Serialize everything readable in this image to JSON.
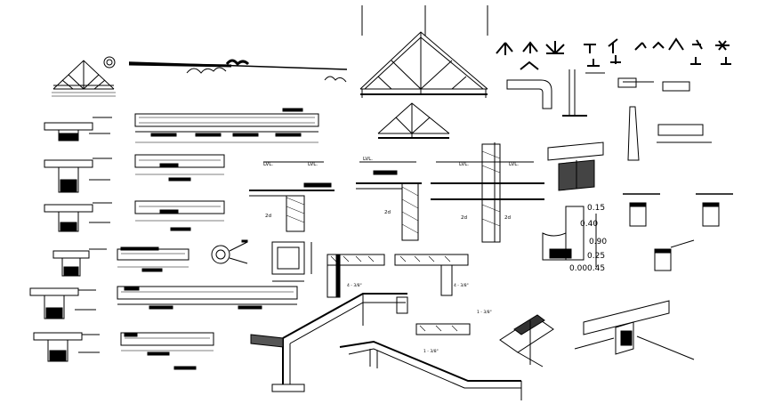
{
  "drawing": {
    "ink_color": "#000000",
    "paper_color": "#ffffff",
    "hatch_color": "#4a4a4a"
  },
  "labels": {
    "section_a": "LVL.",
    "section_b": "LVL.",
    "section_c": "LVL.",
    "section_d": "LVL.",
    "section_e": "LVL.",
    "dim_a": "2d",
    "dim_b": "2d",
    "dim_c": "2d",
    "dim_d": "2d",
    "bar_note_a": "4 - 3/8\"",
    "bar_note_b": "4 - 3/8\"",
    "bar_note_c": "1 - 3/8\"",
    "bar_note_d": "1 - 3/8\"",
    "level_1": "0.15",
    "level_2": "0.40",
    "level_3": "0.90",
    "level_4": "0.25",
    "level_5": "0.00",
    "level_6": "0.45"
  }
}
